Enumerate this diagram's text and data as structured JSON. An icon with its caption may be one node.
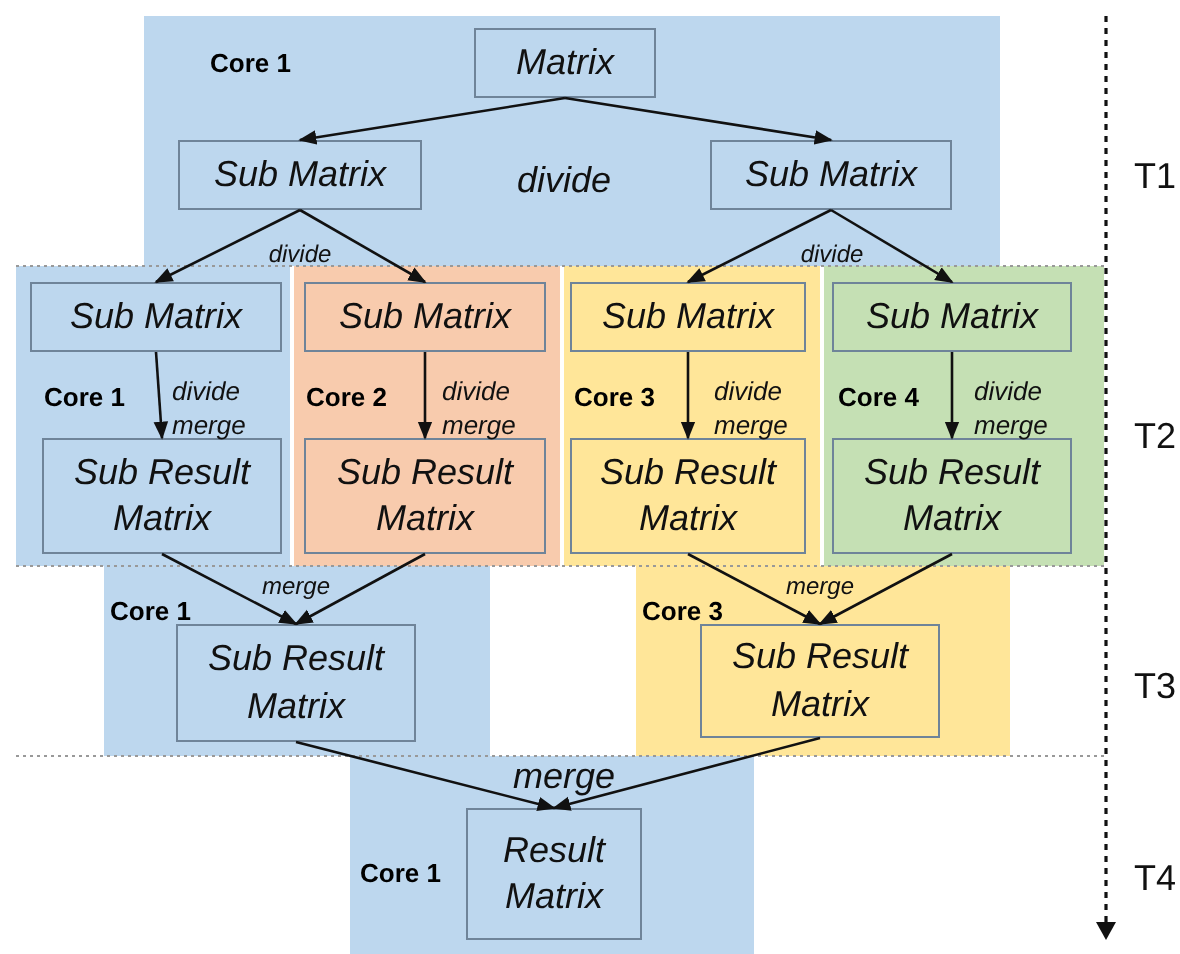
{
  "diagram": {
    "nodes": [
      {
        "text": [
          "Core 1"
        ]
      },
      {
        "text": [
          "Matrix"
        ],
        "in": 0
      },
      {
        "text": [
          "Sub Matrix"
        ],
        "in": 0
      },
      {
        "text": [
          "Sub Matrix"
        ],
        "in": 0
      },
      {
        "text": [
          "Core 1"
        ]
      },
      {
        "text": [
          "Sub Matrix"
        ],
        "in": 4
      },
      {
        "text": [
          "Sub Result Matrix"
        ],
        "in": 4
      },
      {
        "text": [
          "Core 2"
        ]
      },
      {
        "text": [
          "Sub Matrix"
        ],
        "in": 7
      },
      {
        "text": [
          "Sub Result Matrix"
        ],
        "in": 7
      },
      {
        "text": [
          "Core 3"
        ]
      },
      {
        "text": [
          "Sub Matrix"
        ],
        "in": 10
      },
      {
        "text": [
          "Sub Result Matrix"
        ],
        "in": 10
      },
      {
        "text": [
          "Core 4"
        ]
      },
      {
        "text": [
          "Sub Matrix"
        ],
        "in": 13
      },
      {
        "text": [
          "Sub Result Matrix"
        ],
        "in": 13
      },
      {
        "text": [
          "Core 1"
        ]
      },
      {
        "text": [
          "Sub Result Matrix"
        ],
        "in": 16
      },
      {
        "text": [
          "Core 3"
        ]
      },
      {
        "text": [
          "Sub Result Matrix"
        ],
        "in": 18
      },
      {
        "text": [
          "Core 1"
        ]
      },
      {
        "text": [
          "Result Matrix"
        ],
        "in": 20
      }
    ],
    "edges": [
      {
        "from": 1,
        "to": 2,
        "arrow": "to",
        "label": "divide"
      },
      {
        "from": 1,
        "to": 3,
        "arrow": "to"
      },
      {
        "from": 2,
        "to": 5,
        "arrow": "to",
        "label": "divide"
      },
      {
        "from": 2,
        "to": 8,
        "arrow": "to"
      },
      {
        "from": 3,
        "to": 11,
        "arrow": "to",
        "label": "divide"
      },
      {
        "from": 3,
        "to": 14,
        "arrow": "to"
      },
      {
        "from": 5,
        "to": 6,
        "arrow": "to",
        "label": "divide merge"
      },
      {
        "from": 8,
        "to": 9,
        "arrow": "to",
        "label": "divide merge"
      },
      {
        "from": 11,
        "to": 12,
        "arrow": "to",
        "label": "divide merge"
      },
      {
        "from": 14,
        "to": 15,
        "arrow": "to",
        "label": "divide merge"
      },
      {
        "from": 6,
        "to": 17,
        "arrow": "to",
        "label": "merge"
      },
      {
        "from": 9,
        "to": 17,
        "arrow": "to"
      },
      {
        "from": 12,
        "to": 19,
        "arrow": "to",
        "label": "merge"
      },
      {
        "from": 15,
        "to": 19,
        "arrow": "to"
      },
      {
        "from": 17,
        "to": 21,
        "arrow": "to",
        "label": "merge"
      },
      {
        "from": 19,
        "to": 21,
        "arrow": "to"
      }
    ],
    "labels": [
      "T1",
      "T2",
      "T3",
      "T4"
    ]
  }
}
